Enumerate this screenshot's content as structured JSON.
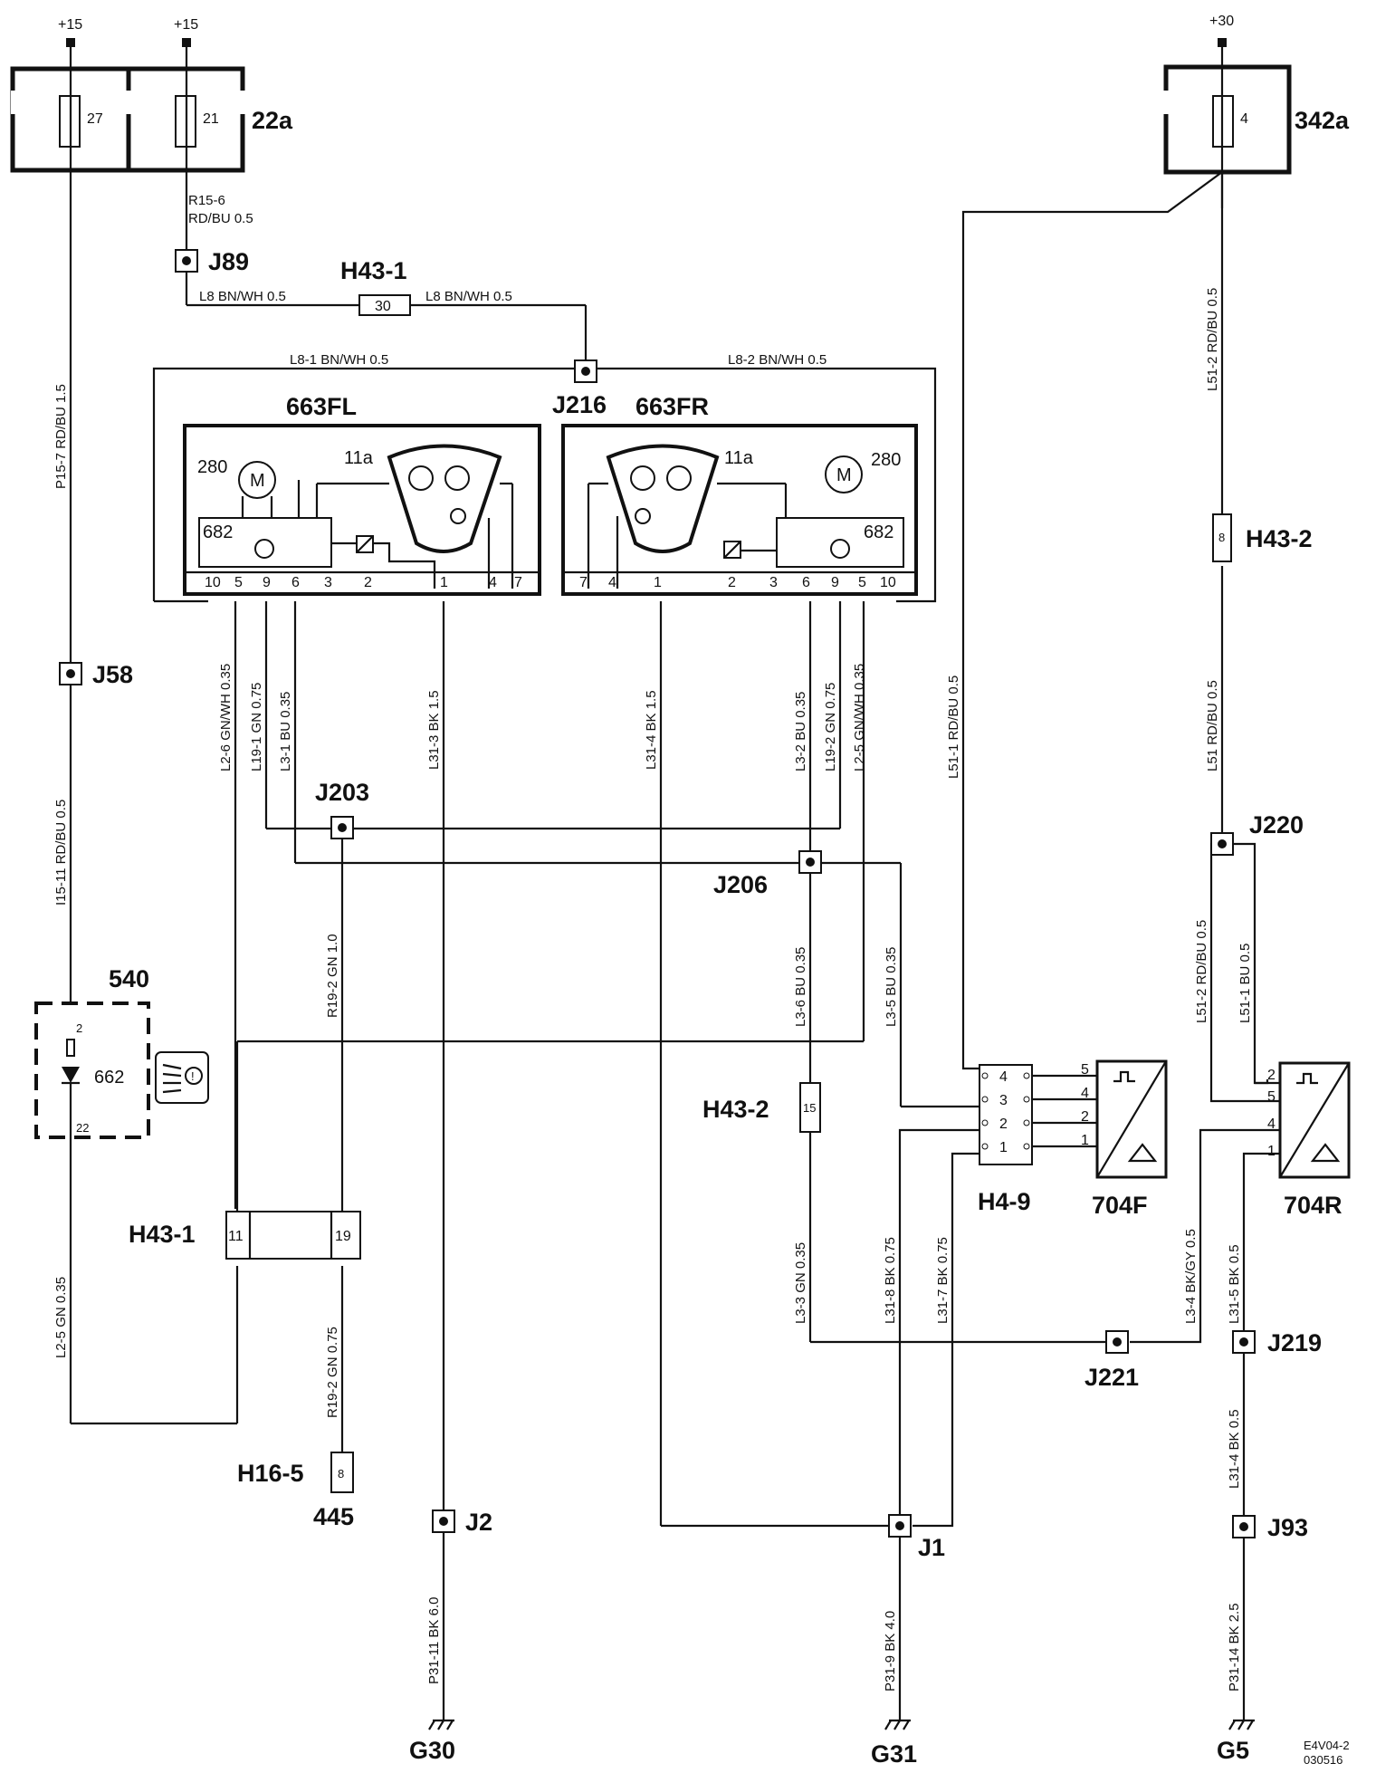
{
  "supplies": {
    "left1": "+15",
    "left2": "+15",
    "right": "+30"
  },
  "fuse_boxes": {
    "box_a": "22a",
    "box_b": "342a"
  },
  "fuses": {
    "f27": "27",
    "f21": "21",
    "f4": "4"
  },
  "modules": {
    "left": "663FL",
    "right": "663FR",
    "switch": "540",
    "sensor_f": "704F",
    "sensor_r": "704R",
    "connector_445": "445"
  },
  "module_parts": {
    "motor": "M",
    "motor_num": "280",
    "ctrl": "682",
    "lamp": "11a",
    "led_box": "662"
  },
  "pins_left": [
    "10",
    "5",
    "9",
    "6",
    "3",
    "2",
    "1",
    "4",
    "7"
  ],
  "pins_right": [
    "7",
    "4",
    "1",
    "2",
    "3",
    "6",
    "9",
    "5",
    "10"
  ],
  "switch_pins": {
    "top": "2",
    "bottom": "22"
  },
  "sensor_pins_f": [
    "5",
    "4",
    "2",
    "1"
  ],
  "sensor_pins_r": [
    "2",
    "5",
    "4",
    "1"
  ],
  "h49_pins": [
    "4",
    "3",
    "2",
    "1"
  ],
  "junctions": {
    "j89": "J89",
    "j216": "J216",
    "j58": "J58",
    "j203": "J203",
    "j206": "J206",
    "j220": "J220",
    "j221": "J221",
    "j219": "J219",
    "j2": "J2",
    "j1": "J1",
    "j93": "J93"
  },
  "connectors": {
    "h43_1_top": "H43-1",
    "h43_1_top_pin": "30",
    "h43_2_right": "H43-2",
    "h43_2_right_pin": "8",
    "h43_2_mid": "H43-2",
    "h43_2_mid_pin": "15",
    "h43_1_low": "H43-1",
    "h43_1_low_pin1": "11",
    "h43_1_low_pin2": "19",
    "h16_5": "H16-5",
    "h16_5_pin": "8",
    "h4_9": "H4-9"
  },
  "grounds": {
    "g30": "G30",
    "g31": "G31",
    "g5": "G5"
  },
  "wires": {
    "r15_6": "R15-6",
    "r15_6_spec": "RD/BU  0.5",
    "l8_left": "L8   BN/WH  0.5",
    "l8_right": "L8   BN/WH   0.5",
    "l8_1": "L8-1   BN/WH  0.5",
    "l8_2": "L8-2   BN/WH   0.5",
    "p15_7": "P15-7  RD/BU  1.5",
    "i15_11": "I15-11  RD/BU  0.5",
    "l2_5_left": "L2-5   GN   0.35",
    "l2_6": "L2-6  GN/WH  0.35",
    "l19_1": "L19-1  GN  0.75",
    "l3_1": "L3-1  BU  0.35",
    "l31_3": "L31-3   BK   1.5",
    "l31_4": "L31-4   BK   1.5",
    "l3_2": "L3-2  BU  0.35",
    "l19_2": "L19-2  GN  0.75",
    "l2_5_right": "L2-5  GN/WH  0.35",
    "r19_2_top": "R19-2  GN  1.0",
    "r19_2_bot": "R19-2  GN  0.75",
    "l3_6": "L3-6   BU   0.35",
    "l3_5": "L3-5   BU   0.35",
    "l3_3": "L3-3   GN   0.35",
    "l31_8": "L31-8  BK  0.75",
    "l31_7": "L31-7  BK  0.75",
    "l51_1": "L51-1  RD/BU  0.5",
    "l51_2_top": "L51-2  RD/BU  0.5",
    "l51": "L51  RD/BU  0.5",
    "l51_2_mid": "L51-2  RD/BU  0.5",
    "l51_1_mid": "L51-1   BU   0.5",
    "l3_4": "L3-4  BK/GY  0.5",
    "l31_5": "L31-5  BK  0.5",
    "l31_4_r": "L31-4  BK  0.5",
    "p31_11": "P31-11  BK  6.0",
    "p31_9": "P31-9  BK  4.0",
    "p31_14": "P31-14  BK  2.5"
  },
  "footer": {
    "code1": "E4V04-2",
    "code2": "030516"
  }
}
